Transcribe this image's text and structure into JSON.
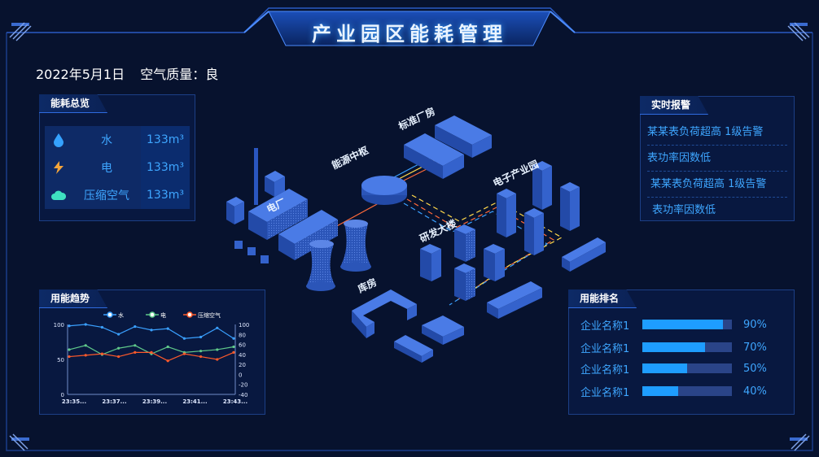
{
  "title": "产业园区能耗管理",
  "date": "2022年5月1日",
  "air_quality_label": "空气质量：良",
  "overview": {
    "title": "能耗总览",
    "rows": [
      {
        "icon": "water-drop-icon",
        "name": "水",
        "value": "133m³"
      },
      {
        "icon": "lightning-icon",
        "name": "电",
        "value": "133m³"
      },
      {
        "icon": "cloud-icon",
        "name": "压缩空气",
        "value": "133m³"
      }
    ]
  },
  "alarm": {
    "title": "实时报警",
    "items": [
      "某某表负荷超高 1级告警",
      "表功率因数低",
      "某某表负荷超高 1级告警",
      "表功率因数低"
    ]
  },
  "scene_labels": {
    "power_plant": "电厂",
    "energy_hub": "能源中枢",
    "standard_plant": "标准厂房",
    "electronic_park": "电子产业园",
    "rd_building": "研发大楼",
    "warehouse": "库房"
  },
  "trend": {
    "title": "用能趋势",
    "legend": [
      "水",
      "电",
      "压缩空气"
    ]
  },
  "rank": {
    "title": "用能排名",
    "rows": [
      {
        "name": "企业名称1",
        "percent": 90,
        "label": "90%"
      },
      {
        "name": "企业名称1",
        "percent": 70,
        "label": "70%"
      },
      {
        "name": "企业名称1",
        "percent": 50,
        "label": "50%"
      },
      {
        "name": "企业名称1",
        "percent": 40,
        "label": "40%"
      }
    ]
  },
  "chart_data": {
    "type": "line",
    "x": [
      "23:35...",
      "",
      "23:37...",
      "",
      "23:39...",
      "",
      "23:41...",
      "",
      "23:43..."
    ],
    "left_axis": {
      "ticks": [
        "100",
        "50",
        "0"
      ],
      "ylim": [
        0,
        100
      ]
    },
    "right_axis": {
      "ticks": [
        "100",
        "80",
        "60",
        "40",
        "20",
        "0",
        "-20",
        "-40"
      ],
      "ylim": [
        -40,
        100
      ]
    },
    "series": [
      {
        "name": "水",
        "color": "#3aa0ff",
        "values": [
          98,
          100,
          96,
          86,
          97,
          92,
          94,
          80,
          82,
          95,
          80
        ]
      },
      {
        "name": "电",
        "color": "#5fc98a",
        "values": [
          64,
          70,
          57,
          66,
          70,
          58,
          68,
          60,
          62,
          64,
          68
        ]
      },
      {
        "name": "压缩空气",
        "color": "#ff5a2a",
        "values": [
          54,
          56,
          58,
          54,
          60,
          60,
          48,
          58,
          54,
          50,
          60
        ]
      }
    ]
  }
}
